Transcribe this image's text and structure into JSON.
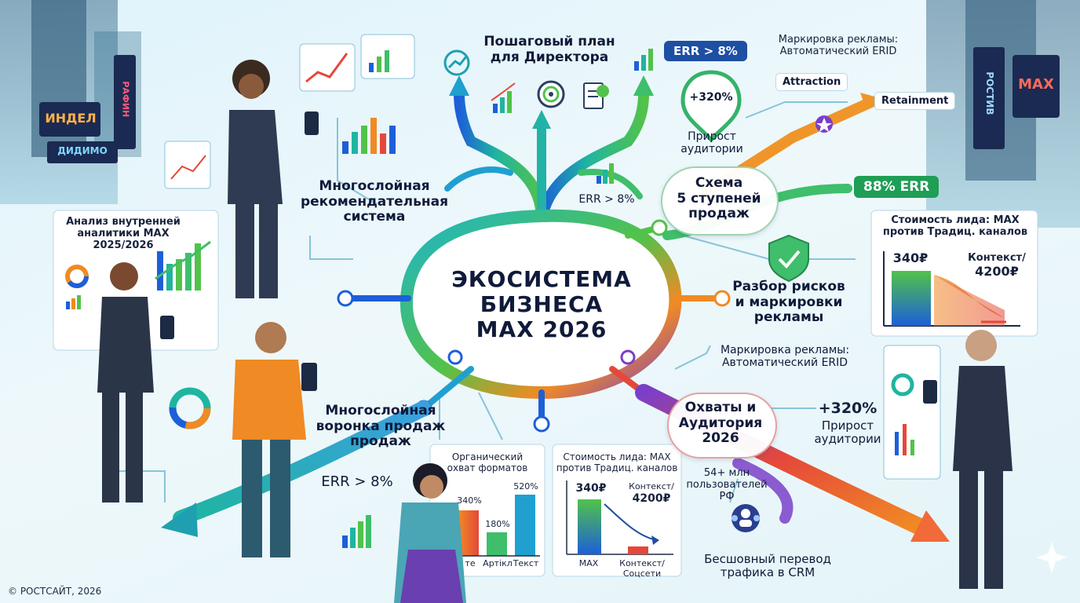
{
  "hub": {
    "title_lines": [
      "ЭКОСИСТЕМА",
      "БИЗНЕСА",
      "MAX 2026"
    ]
  },
  "top_plan": {
    "lines": [
      "Пошаговый план",
      "для Директора"
    ]
  },
  "badge_err_top": "ERR > 8%",
  "marking_top": {
    "lines": [
      "Маркировка рекламы:",
      "Автоматический ERID"
    ]
  },
  "funnel_tags": {
    "attraction": "Attraction",
    "retainment": "Retainment"
  },
  "growth_pin": {
    "value": "+320%",
    "lines": [
      "Прирост",
      "аудитории"
    ]
  },
  "recommend": {
    "lines": [
      "Многослойная",
      "рекомендательная",
      "система"
    ]
  },
  "err_mid": "ERR > 8%",
  "sales_steps": {
    "lines": [
      "Схема",
      "5 ступеней",
      "продаж"
    ]
  },
  "err_88": "88% ERR",
  "lead_cost_right": {
    "title_lines": [
      "Стоимость лида: MAX",
      "против Традиц. каналов"
    ],
    "max_value": "340₽",
    "other_lines": [
      "Контекст/",
      "4200₽"
    ]
  },
  "risk": {
    "lines": [
      "Разбор рисков",
      "и маркировки",
      "рекламы"
    ]
  },
  "analytics": {
    "lines": [
      "Анализ внутренней",
      "аналитики MAX",
      "2025/2026"
    ]
  },
  "marking_mid": {
    "lines": [
      "Маркировка рекламы:",
      "Автоматический ERID"
    ]
  },
  "coverage": {
    "lines": [
      "Охваты и",
      "Аудитория",
      "2026"
    ]
  },
  "growth_right": {
    "value": "+320%",
    "lines": [
      "Прирост",
      "аудитории"
    ]
  },
  "funnel": {
    "lines": [
      "Многослойная",
      "воронка продаж",
      "продаж"
    ]
  },
  "err_low": "ERR > 8%",
  "users": {
    "lines": [
      "54+ млн",
      "пользователей",
      "РФ"
    ]
  },
  "crm": {
    "lines": [
      "Бесшовный перевод",
      "трафика в CRM"
    ]
  },
  "organic_panel": {
    "title_lines": [
      "Органический",
      "охват форматов"
    ],
    "value_labels": [
      "340%",
      "180%",
      "520%"
    ],
    "category_labels": [
      "те",
      "Артікл",
      "Текст"
    ]
  },
  "lead_cost_bottom": {
    "title_lines": [
      "Стоимость лида: MAX",
      "против Традиц. каналов"
    ],
    "max_value": "340₽",
    "other_lines": [
      "Контекст/",
      "4200₽"
    ],
    "axis_labels": [
      "MAX",
      "Контекст/Соцсети"
    ]
  },
  "signs": {
    "left_a": "ИНДЕЛ",
    "left_b": "РАФИН",
    "left_c": "ДИДИМО",
    "right_a": "РОСТИВ",
    "right_b": "MAX"
  },
  "copyright": "© РОСТСАЙТ, 2026",
  "colors": {
    "blue": "#1d5fd8",
    "teal": "#1fb5a0",
    "green": "#52c24a",
    "orange": "#f08a24",
    "red": "#e5483a",
    "purple": "#7a3fc9",
    "navy": "#1d4fa3"
  }
}
